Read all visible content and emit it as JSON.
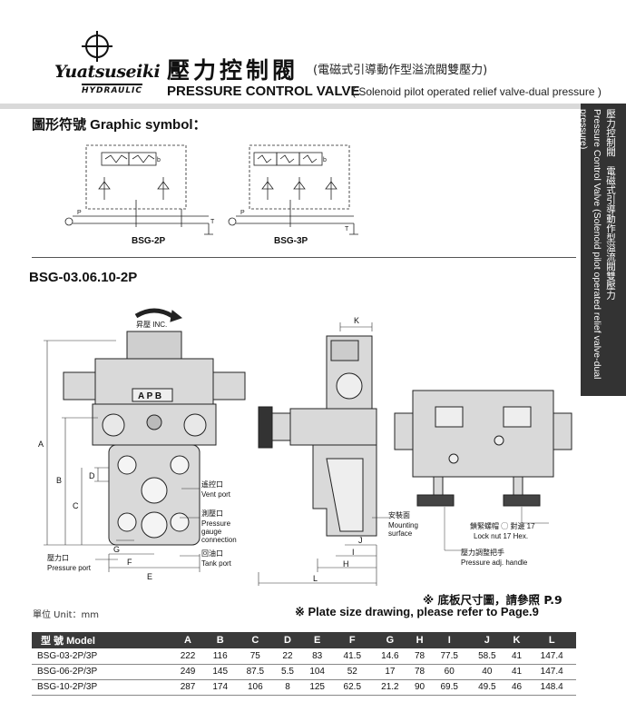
{
  "header": {
    "brand": "Yuatsuseiki",
    "brand_sub": "HYDRAULIC",
    "title_zh": "壓力控制閥",
    "title_zh_sub": "(電磁式引導動作型溢流閥雙壓力)",
    "title_en": "PRESSURE CONTROL VALVE",
    "title_en_sub": "( Solenoid pilot operated relief valve-dual pressure )"
  },
  "side_tab": {
    "line1": "壓力控制閥　電磁式引導動作型溢流閥雙壓力",
    "line2": "Pressure Control Valve (Solenoid pilot operated relief valve-dual pressure)"
  },
  "graphic_symbol": {
    "title": "圖形符號  Graphic symbol：",
    "symbols": [
      {
        "label": "BSG-2P",
        "ports": [
          "P",
          "T"
        ],
        "switch_label": "b"
      },
      {
        "label": "BSG-3P",
        "ports": [
          "P",
          "T"
        ],
        "switch_label": "b"
      }
    ]
  },
  "drawing": {
    "title": "BSG-03.06.10-2P",
    "inc_label": "昇壓 INC.",
    "apb_label": "A P B",
    "dims": [
      "A",
      "B",
      "C",
      "D",
      "E",
      "F",
      "G",
      "H",
      "I",
      "J",
      "K",
      "L"
    ],
    "callouts": {
      "vent_zh": "遙控口",
      "vent_en": "Vent port",
      "gauge_zh": "測壓口",
      "gauge_en1": "Pressure",
      "gauge_en2": "gauge",
      "gauge_en3": "connection",
      "tank_zh": "回油口",
      "tank_en": "Tank port",
      "pressure_zh": "壓力口",
      "pressure_en": "Pressure port",
      "mount_zh": "安裝面",
      "mount_en1": "Mounting",
      "mount_en2": "surface",
      "lock_zh": "鎖緊螺帽 ◯ 對邊 17",
      "lock_en": "Lock nut 17 Hex.",
      "handle_zh": "壓力調整把手",
      "handle_en": "Pressure adj. handle"
    }
  },
  "notes": {
    "unit": "單位 Unit：mm",
    "plate_zh": "※ 底板尺寸圖，請參照 P.9",
    "plate_en": "※ Plate size drawing, please refer to Page.9"
  },
  "table": {
    "headers": [
      "型  號 Model",
      "A",
      "B",
      "C",
      "D",
      "E",
      "F",
      "G",
      "H",
      "I",
      "J",
      "K",
      "L"
    ],
    "rows": [
      [
        "BSG-03-2P/3P",
        "222",
        "116",
        "75",
        "22",
        "83",
        "41.5",
        "14.6",
        "78",
        "77.5",
        "58.5",
        "41",
        "147.4"
      ],
      [
        "BSG-06-2P/3P",
        "249",
        "145",
        "87.5",
        "5.5",
        "104",
        "52",
        "17",
        "78",
        "60",
        "40",
        "41",
        "147.4"
      ],
      [
        "BSG-10-2P/3P",
        "287",
        "174",
        "106",
        "8",
        "125",
        "62.5",
        "21.2",
        "90",
        "69.5",
        "49.5",
        "46",
        "148.4"
      ]
    ]
  },
  "colors": {
    "band": "#d9d9d9",
    "side_tab": "#333333",
    "table_header": "#3a3a3a"
  }
}
